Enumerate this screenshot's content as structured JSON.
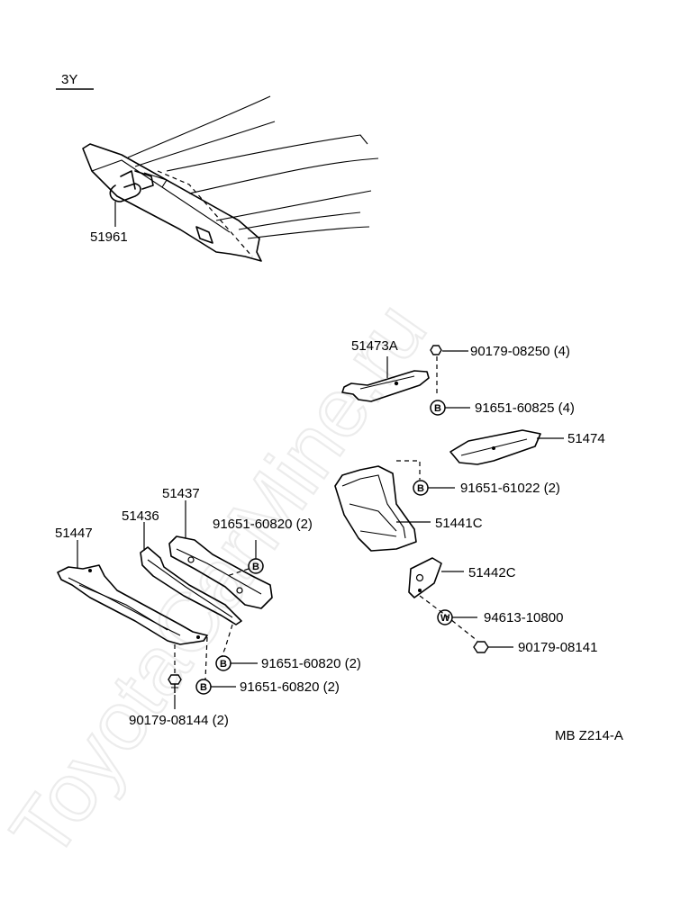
{
  "variant_label": "3Y",
  "watermark": "ToyotaCarMine.ru",
  "diagram_code": "MB  Z214-A",
  "symbols": {
    "bolt": "B",
    "washer": "W"
  },
  "parts": {
    "p51961": "51961",
    "p51473A": "51473A",
    "p90179_08250": "90179-08250 (4)",
    "p91651_60825": "91651-60825 (4)",
    "p51474": "51474",
    "p91651_61022": "91651-61022 (2)",
    "p51441C": "51441C",
    "p51442C": "51442C",
    "p94613_10800": "94613-10800",
    "p90179_08141": "90179-08141",
    "p51437": "51437",
    "p51436": "51436",
    "p51447": "51447",
    "p91651_60820_a": "91651-60820 (2)",
    "p91651_60820_b": "91651-60820 (2)",
    "p91651_60820_c": "91651-60820 (2)",
    "p90179_08144": "90179-08144 (2)"
  }
}
